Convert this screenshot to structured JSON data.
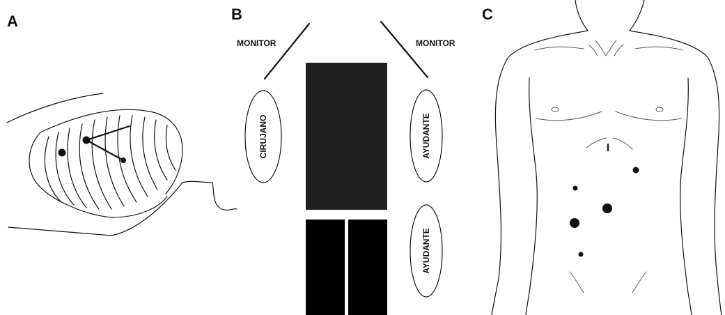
{
  "panels": {
    "a": {
      "letter": "A"
    },
    "b": {
      "letter": "B",
      "monitor_left": "MONITOR",
      "monitor_right": "MONITOR",
      "surgeon": "CIRUJANO",
      "assistant_top": "AYUDANTE",
      "assistant_bottom": "AYUDANTE"
    },
    "c": {
      "letter": "C"
    }
  },
  "colors": {
    "ink": "#111111",
    "table": "#1f1f1f",
    "background": "#ffffff"
  }
}
